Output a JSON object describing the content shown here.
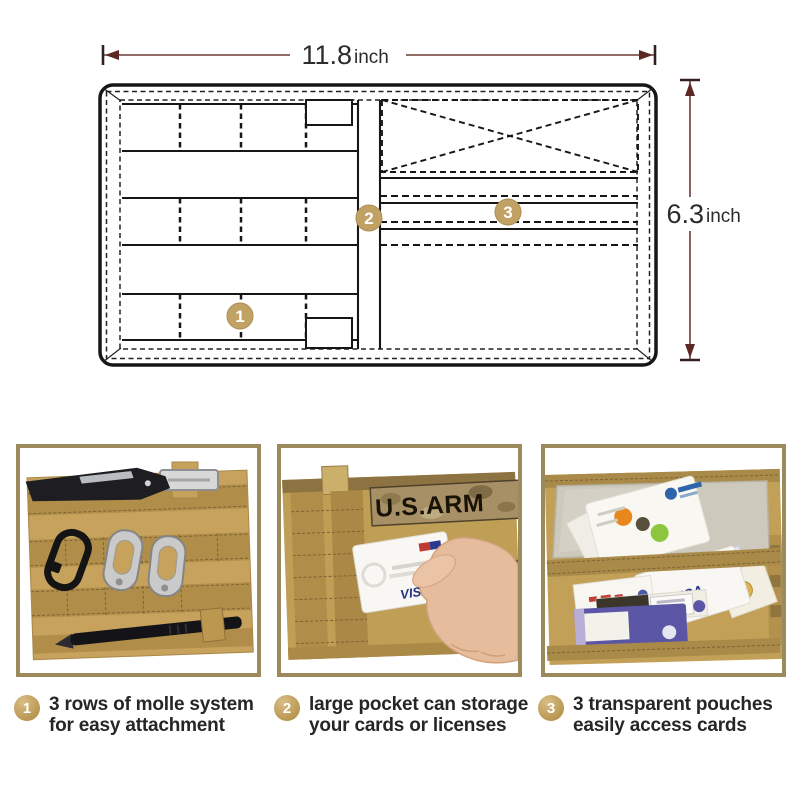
{
  "product_diagram": {
    "width_value": "11.8",
    "width_unit": "inch",
    "height_value": "6.3",
    "height_unit": "inch",
    "marker1": "1",
    "marker2": "2",
    "marker3": "3",
    "colors": {
      "dimension_line": "#6b3a35",
      "outline": "#161616",
      "marker_fill": "#c2a264",
      "fabric_tan": "#c6a25c",
      "frame_border": "#9c8a5c"
    }
  },
  "photos": {
    "photo2_patch_text": "U.S.ARM",
    "photo2_card_brand": "VISA",
    "photo3_card_brand": "VISA"
  },
  "captions": [
    {
      "number": "1",
      "line1": "3 rows of  molle system",
      "line2": "for easy attachment"
    },
    {
      "number": "2",
      "line1": "large pocket can storage",
      "line2": "your cards or licenses"
    },
    {
      "number": "3",
      "line1": "3 transparent pouches",
      "line2": "easily access cards"
    }
  ]
}
